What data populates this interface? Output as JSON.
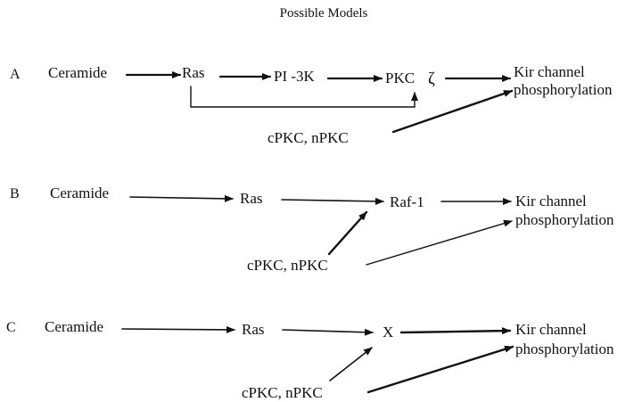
{
  "title": "Possible Models",
  "panels": [
    {
      "label": "A",
      "nodes": {
        "ceramide": "Ceramide",
        "ras": "Ras",
        "pi3k": "PI -3K",
        "pkc": "PKC",
        "zeta": "ζ",
        "pkc_iso": "cPKC, nPKC",
        "kir_line1": "Kir channel",
        "kir_line2": "phosphorylation"
      }
    },
    {
      "label": "B",
      "nodes": {
        "ceramide": "Ceramide",
        "ras": "Ras",
        "raf": "Raf-1",
        "pkc_iso": "cPKC, nPKC",
        "kir_line1": "Kir channel",
        "kir_line2": "phosphorylation"
      }
    },
    {
      "label": "C",
      "nodes": {
        "ceramide": "Ceramide",
        "ras": "Ras",
        "x": "X",
        "pkc_iso": "cPKC, nPKC",
        "kir_line1": "Kir channel",
        "kir_line2": "phosphorylation"
      }
    }
  ]
}
